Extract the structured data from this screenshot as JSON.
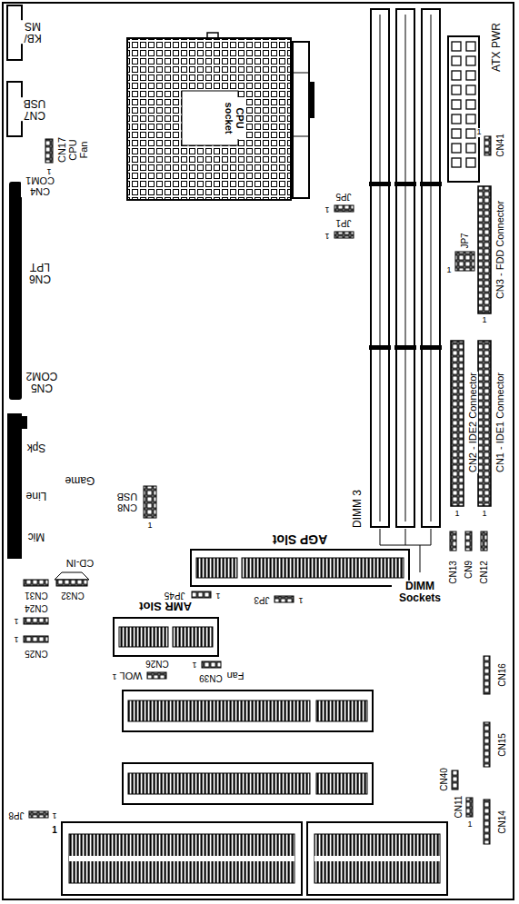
{
  "diagram": {
    "labels": [
      "ATX PWR",
      "CN41",
      "1",
      "KB/ MS",
      "CN7 USB",
      "CPU socket",
      "CN17 CPU Fan",
      "1",
      "CN4 COM1",
      "CN6 LPT",
      "CN5 COM2",
      "JP5",
      "1",
      "JP1",
      "1",
      "JP7",
      "1",
      "CN3 - FDD Connector",
      "1",
      "Spk",
      "CN2 - IDE2 Connector",
      "CN1 - IDE1 Connector",
      "1",
      "1",
      "Line",
      "Game",
      "CN8 USB",
      "1",
      "DIMM 3",
      "Mic",
      "AGP Slot",
      "CN13",
      "CN9",
      "CN12",
      "CD-IN",
      "CN31",
      "CN32",
      "JP45",
      "1",
      "JP3",
      "1",
      "DIMM Sockets",
      "AMR Slot",
      "CN24",
      "1",
      "1",
      "CN25",
      "1",
      "WOL",
      "CN26",
      "1",
      "CN39",
      "Fan",
      "CN16",
      "CN15",
      "CN40",
      "CN11",
      "1",
      "CN14",
      "JP8",
      "1",
      "1"
    ]
  }
}
